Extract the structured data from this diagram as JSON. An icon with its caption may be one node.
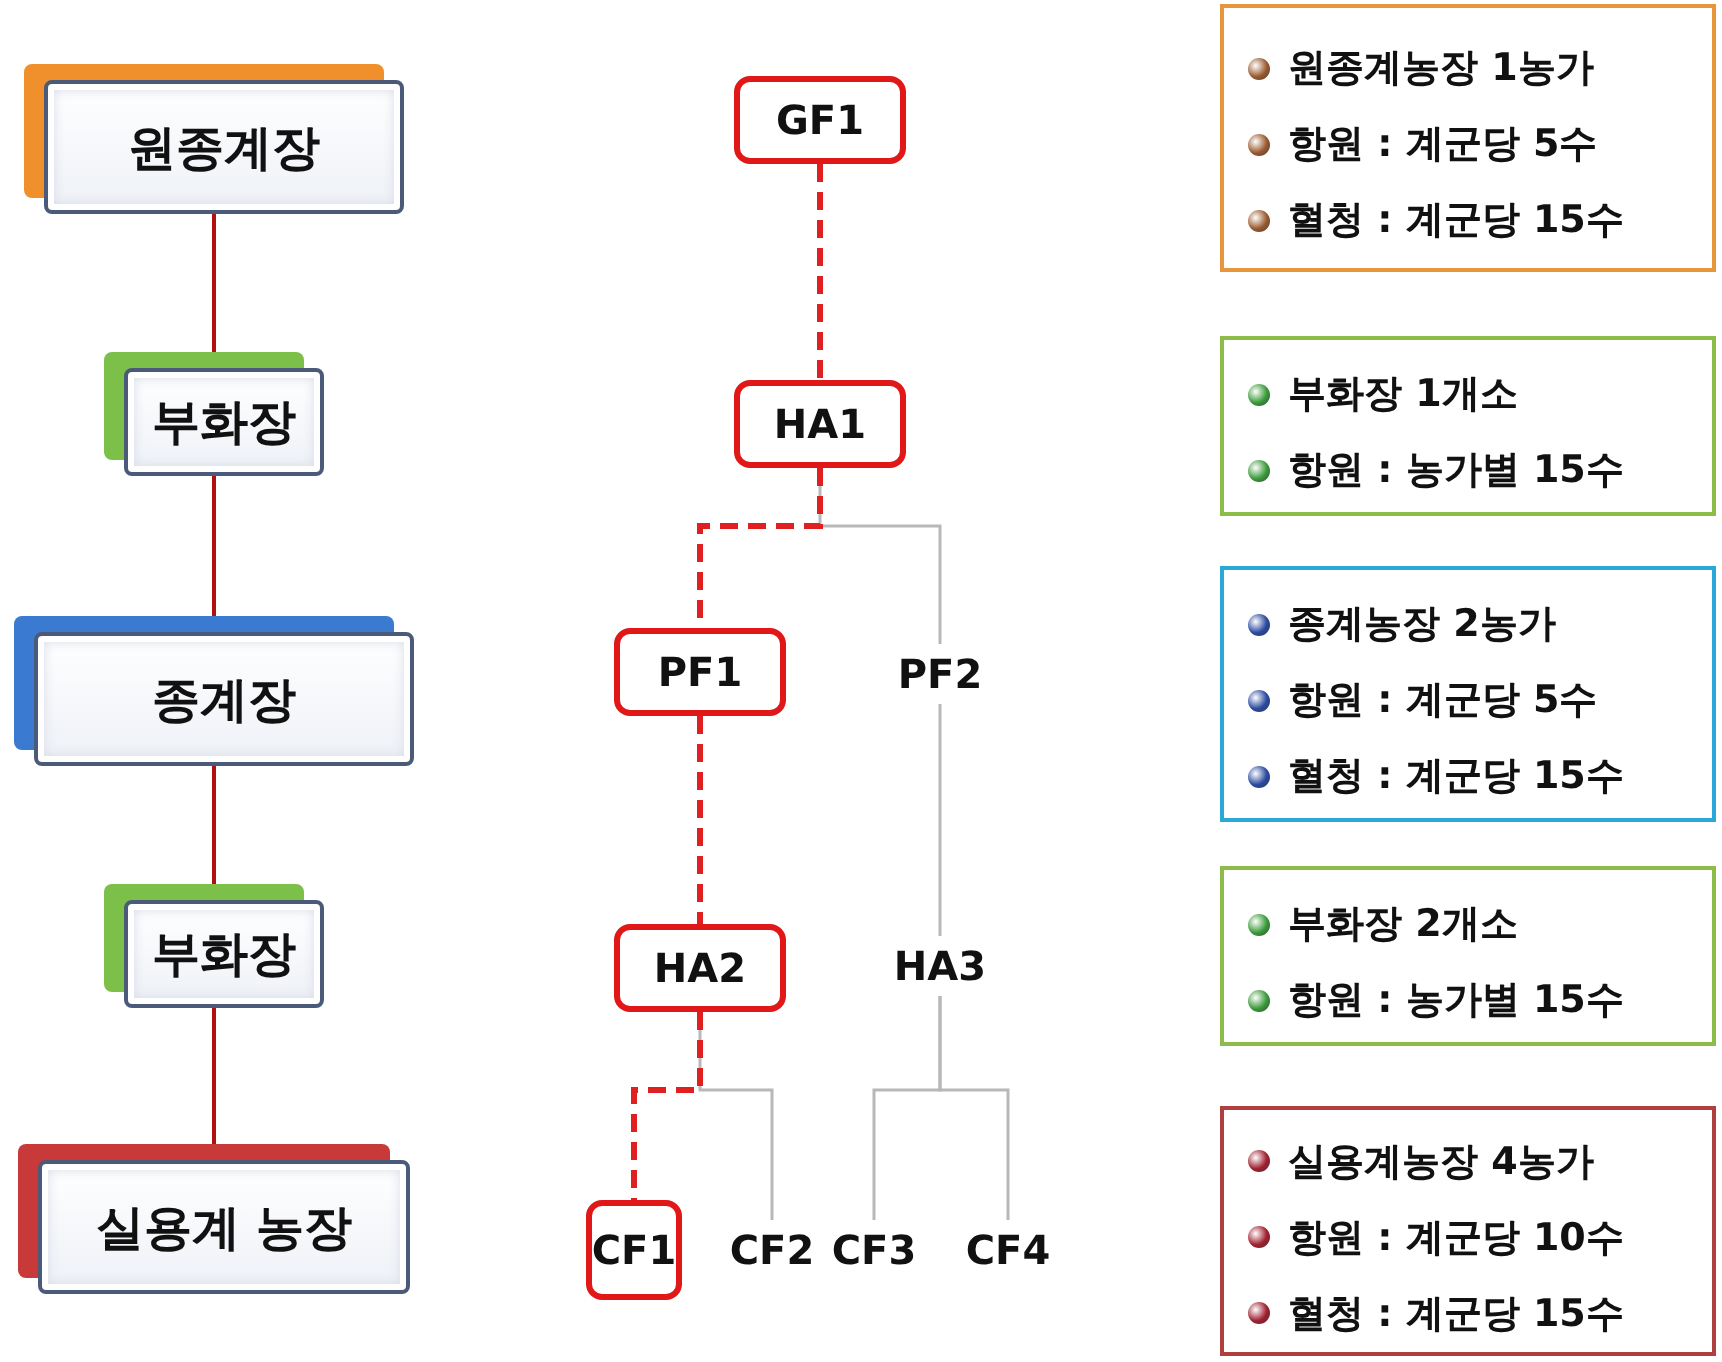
{
  "diagram": {
    "nodes": [
      {
        "text": [
          "원종계장"
        ]
      },
      {
        "text": [
          "부화장"
        ]
      },
      {
        "text": [
          "종계장"
        ]
      },
      {
        "text": [
          "부화장"
        ]
      },
      {
        "text": [
          "실용계 농장"
        ]
      },
      {
        "text": [
          "GF1"
        ]
      },
      {
        "text": [
          "HA1"
        ]
      },
      {
        "text": [
          "PF1"
        ]
      },
      {
        "text": [
          "PF2"
        ]
      },
      {
        "text": [
          "HA2"
        ]
      },
      {
        "text": [
          "HA3"
        ]
      },
      {
        "text": [
          "CF1"
        ]
      },
      {
        "text": [
          "CF2"
        ]
      },
      {
        "text": [
          "CF3"
        ]
      },
      {
        "text": [
          "CF4"
        ]
      },
      {
        "text": [
          "원종계농장 1농가",
          "항원 : 계군당 5수",
          "혈청 : 계군당 15수"
        ]
      },
      {
        "text": [
          "부화장 1개소",
          "항원 : 농가별 15수"
        ]
      },
      {
        "text": [
          "종계농장 2농가",
          "항원 : 계군당 5수",
          "혈청 : 계군당 15수"
        ]
      },
      {
        "text": [
          "부화장 2개소",
          "항원 : 농가별 15수"
        ]
      },
      {
        "text": [
          "실용계농장 4농가",
          "항원 : 계군당 10수",
          "혈청 : 계군당 15수"
        ]
      }
    ],
    "edges": [
      {
        "from": 0,
        "to": 1,
        "arrow": "none",
        "color": "#b01010"
      },
      {
        "from": 1,
        "to": 2,
        "arrow": "none",
        "color": "#b01010"
      },
      {
        "from": 2,
        "to": 3,
        "arrow": "none",
        "color": "#b01010"
      },
      {
        "from": 3,
        "to": 4,
        "arrow": "none",
        "color": "#b01010"
      },
      {
        "from": 5,
        "to": 6,
        "arrow": "none",
        "style": "dashed",
        "color": "#e02020"
      },
      {
        "from": 6,
        "to": 7,
        "arrow": "none",
        "style": "dashed",
        "color": "#e02020"
      },
      {
        "from": 6,
        "to": 8,
        "arrow": "none"
      },
      {
        "from": 7,
        "to": 9,
        "arrow": "none",
        "style": "dashed",
        "color": "#e02020"
      },
      {
        "from": 8,
        "to": 10,
        "arrow": "none"
      },
      {
        "from": 9,
        "to": 11,
        "arrow": "none",
        "style": "dashed",
        "color": "#e02020"
      },
      {
        "from": 9,
        "to": 12,
        "arrow": "none"
      },
      {
        "from": 10,
        "to": 13,
        "arrow": "none"
      },
      {
        "from": 10,
        "to": 14,
        "arrow": "none"
      }
    ]
  }
}
